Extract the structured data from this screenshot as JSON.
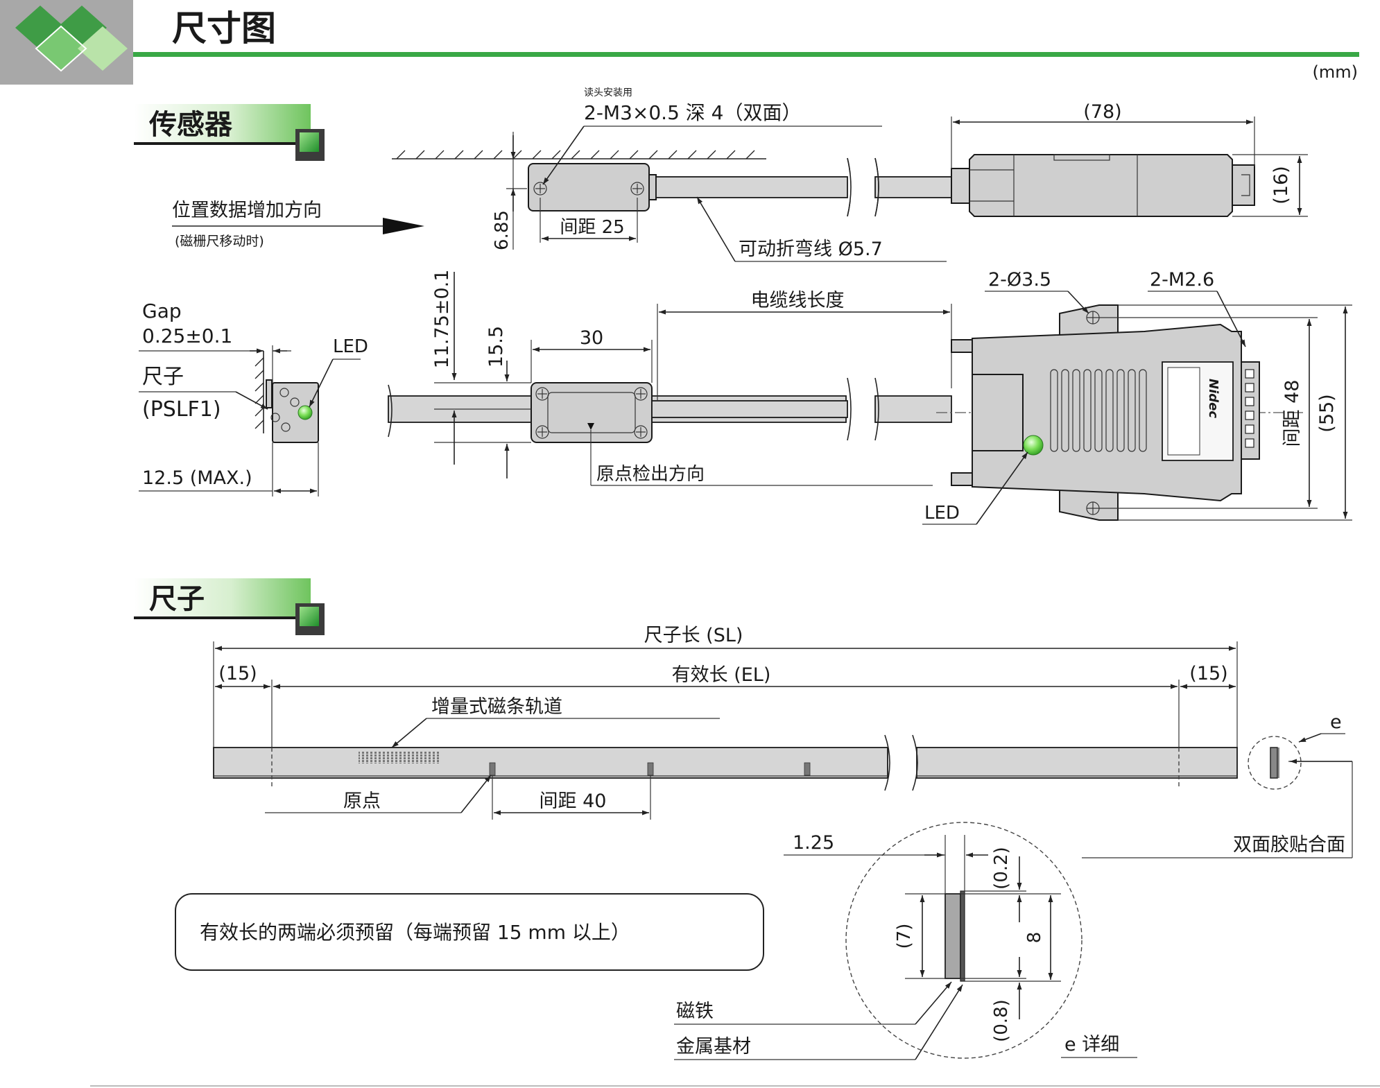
{
  "header": {
    "title": "尺寸图",
    "unit": "(mm)"
  },
  "sections": {
    "sensor": "传感器",
    "scale": "尺子"
  },
  "sensor_top": {
    "mount_note": "读头安装用",
    "mount_spec": "2-M3×0.5 深 4（双面）",
    "dim_685": "6.85",
    "pitch_25": "间距 25",
    "direction": "位置数据增加方向",
    "direction_note": "(磁栅尺移动时)",
    "cable": "可动折弯线 Ø5.7",
    "dim_78": "(78)",
    "dim_16": "(16)"
  },
  "sensor_side": {
    "gap_label": "Gap",
    "gap_value": "0.25±0.1",
    "scale_label": "尺子",
    "scale_model": "(PSLF1)",
    "led": "LED",
    "max_width": "12.5 (MAX.)",
    "dim_1175": "11.75±0.1",
    "dim_155": "15.5",
    "dim_30": "30",
    "origin_dir": "原点检出方向",
    "cable_length": "电缆线长度",
    "holes": "2-Ø3.5",
    "screws": "2-M2.6",
    "pitch_48": "间距 48",
    "dim_55": "(55)",
    "led_conn": "LED",
    "brand": "Nidec"
  },
  "scale": {
    "sl": "尺子长 (SL)",
    "el": "有效长 (EL)",
    "margin_left": "(15)",
    "margin_right": "(15)",
    "track": "增量式磁条轨道",
    "origin": "原点",
    "pitch_40": "间距 40",
    "e_marker": "e",
    "adhesive": "双面胶贴合面",
    "note": "有效长的两端必须预留（每端预留 15 mm 以上）"
  },
  "detail": {
    "d_125": "1.25",
    "d_02": "(0.2)",
    "d_7": "(7)",
    "d_8": "8",
    "d_08": "(0.8)",
    "magnet": "磁铁",
    "base": "金属基材",
    "caption": "e 详细"
  }
}
